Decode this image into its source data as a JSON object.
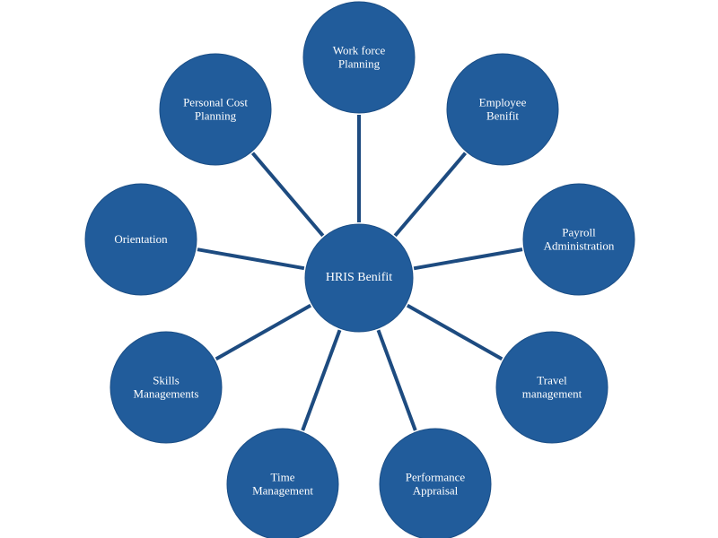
{
  "colors": {
    "node_fill": "#215c9b",
    "node_stroke": "#1b4e86",
    "connector": "#1d4b80",
    "label": "#ffffff"
  },
  "hub": {
    "label": "HRIS Benifit"
  },
  "nodes": [
    {
      "id": "workforce-planning",
      "lines": [
        "Work force",
        "Planning"
      ]
    },
    {
      "id": "employee-benifit",
      "lines": [
        "Employee",
        "Benifit"
      ]
    },
    {
      "id": "payroll-administration",
      "lines": [
        "Payroll",
        "Administration"
      ]
    },
    {
      "id": "travel-management",
      "lines": [
        "Travel",
        "management"
      ]
    },
    {
      "id": "performance-appraisal",
      "lines": [
        "Performance",
        "Appraisal"
      ]
    },
    {
      "id": "time-management",
      "lines": [
        "Time",
        "Management"
      ]
    },
    {
      "id": "skills-managements",
      "lines": [
        "Skills",
        "Managements"
      ]
    },
    {
      "id": "orientation",
      "lines": [
        "Orientation"
      ]
    },
    {
      "id": "personal-cost-planning",
      "lines": [
        "Personal Cost",
        "Planning"
      ]
    }
  ]
}
